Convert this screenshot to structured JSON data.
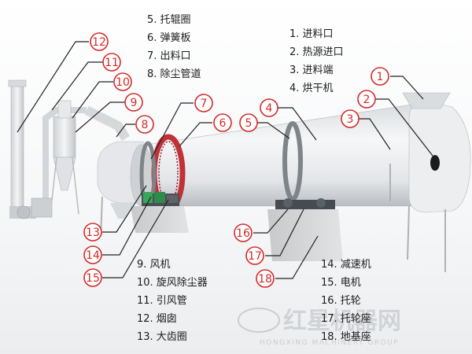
{
  "legend_top_left": [
    "5. 托辊圈",
    "6. 弹簧板",
    "7. 出料口",
    "8. 除尘管道"
  ],
  "legend_top_right": [
    "1. 进料口",
    "2. 热源进口",
    "3. 进料端",
    "4. 烘干机"
  ],
  "legend_bottom_left": [
    "9. 风机",
    "10. 旋风除尘器",
    "11. 引风管",
    "12. 烟囱",
    "13. 大齿圈"
  ],
  "legend_bottom_right": [
    "14. 减速机",
    "15. 电机",
    "16. 托轮",
    "17. 托轮座",
    "18. 地基座"
  ],
  "markers": [
    "1",
    "2",
    "3",
    "4",
    "5",
    "6",
    "7",
    "8",
    "9",
    "10",
    "11",
    "12",
    "13",
    "14",
    "15",
    "16",
    "17",
    "18"
  ],
  "watermark": "红星机器网",
  "watermark_sub": "HONGXING MACHINERY GROUP",
  "colors": {
    "marker_red": "#d42a2a",
    "drum": "#e8eaec",
    "base": "#cfd1d3",
    "gear_ring": "#c0323a",
    "motor_green": "#3aa65a",
    "leader_line": "#222222"
  }
}
